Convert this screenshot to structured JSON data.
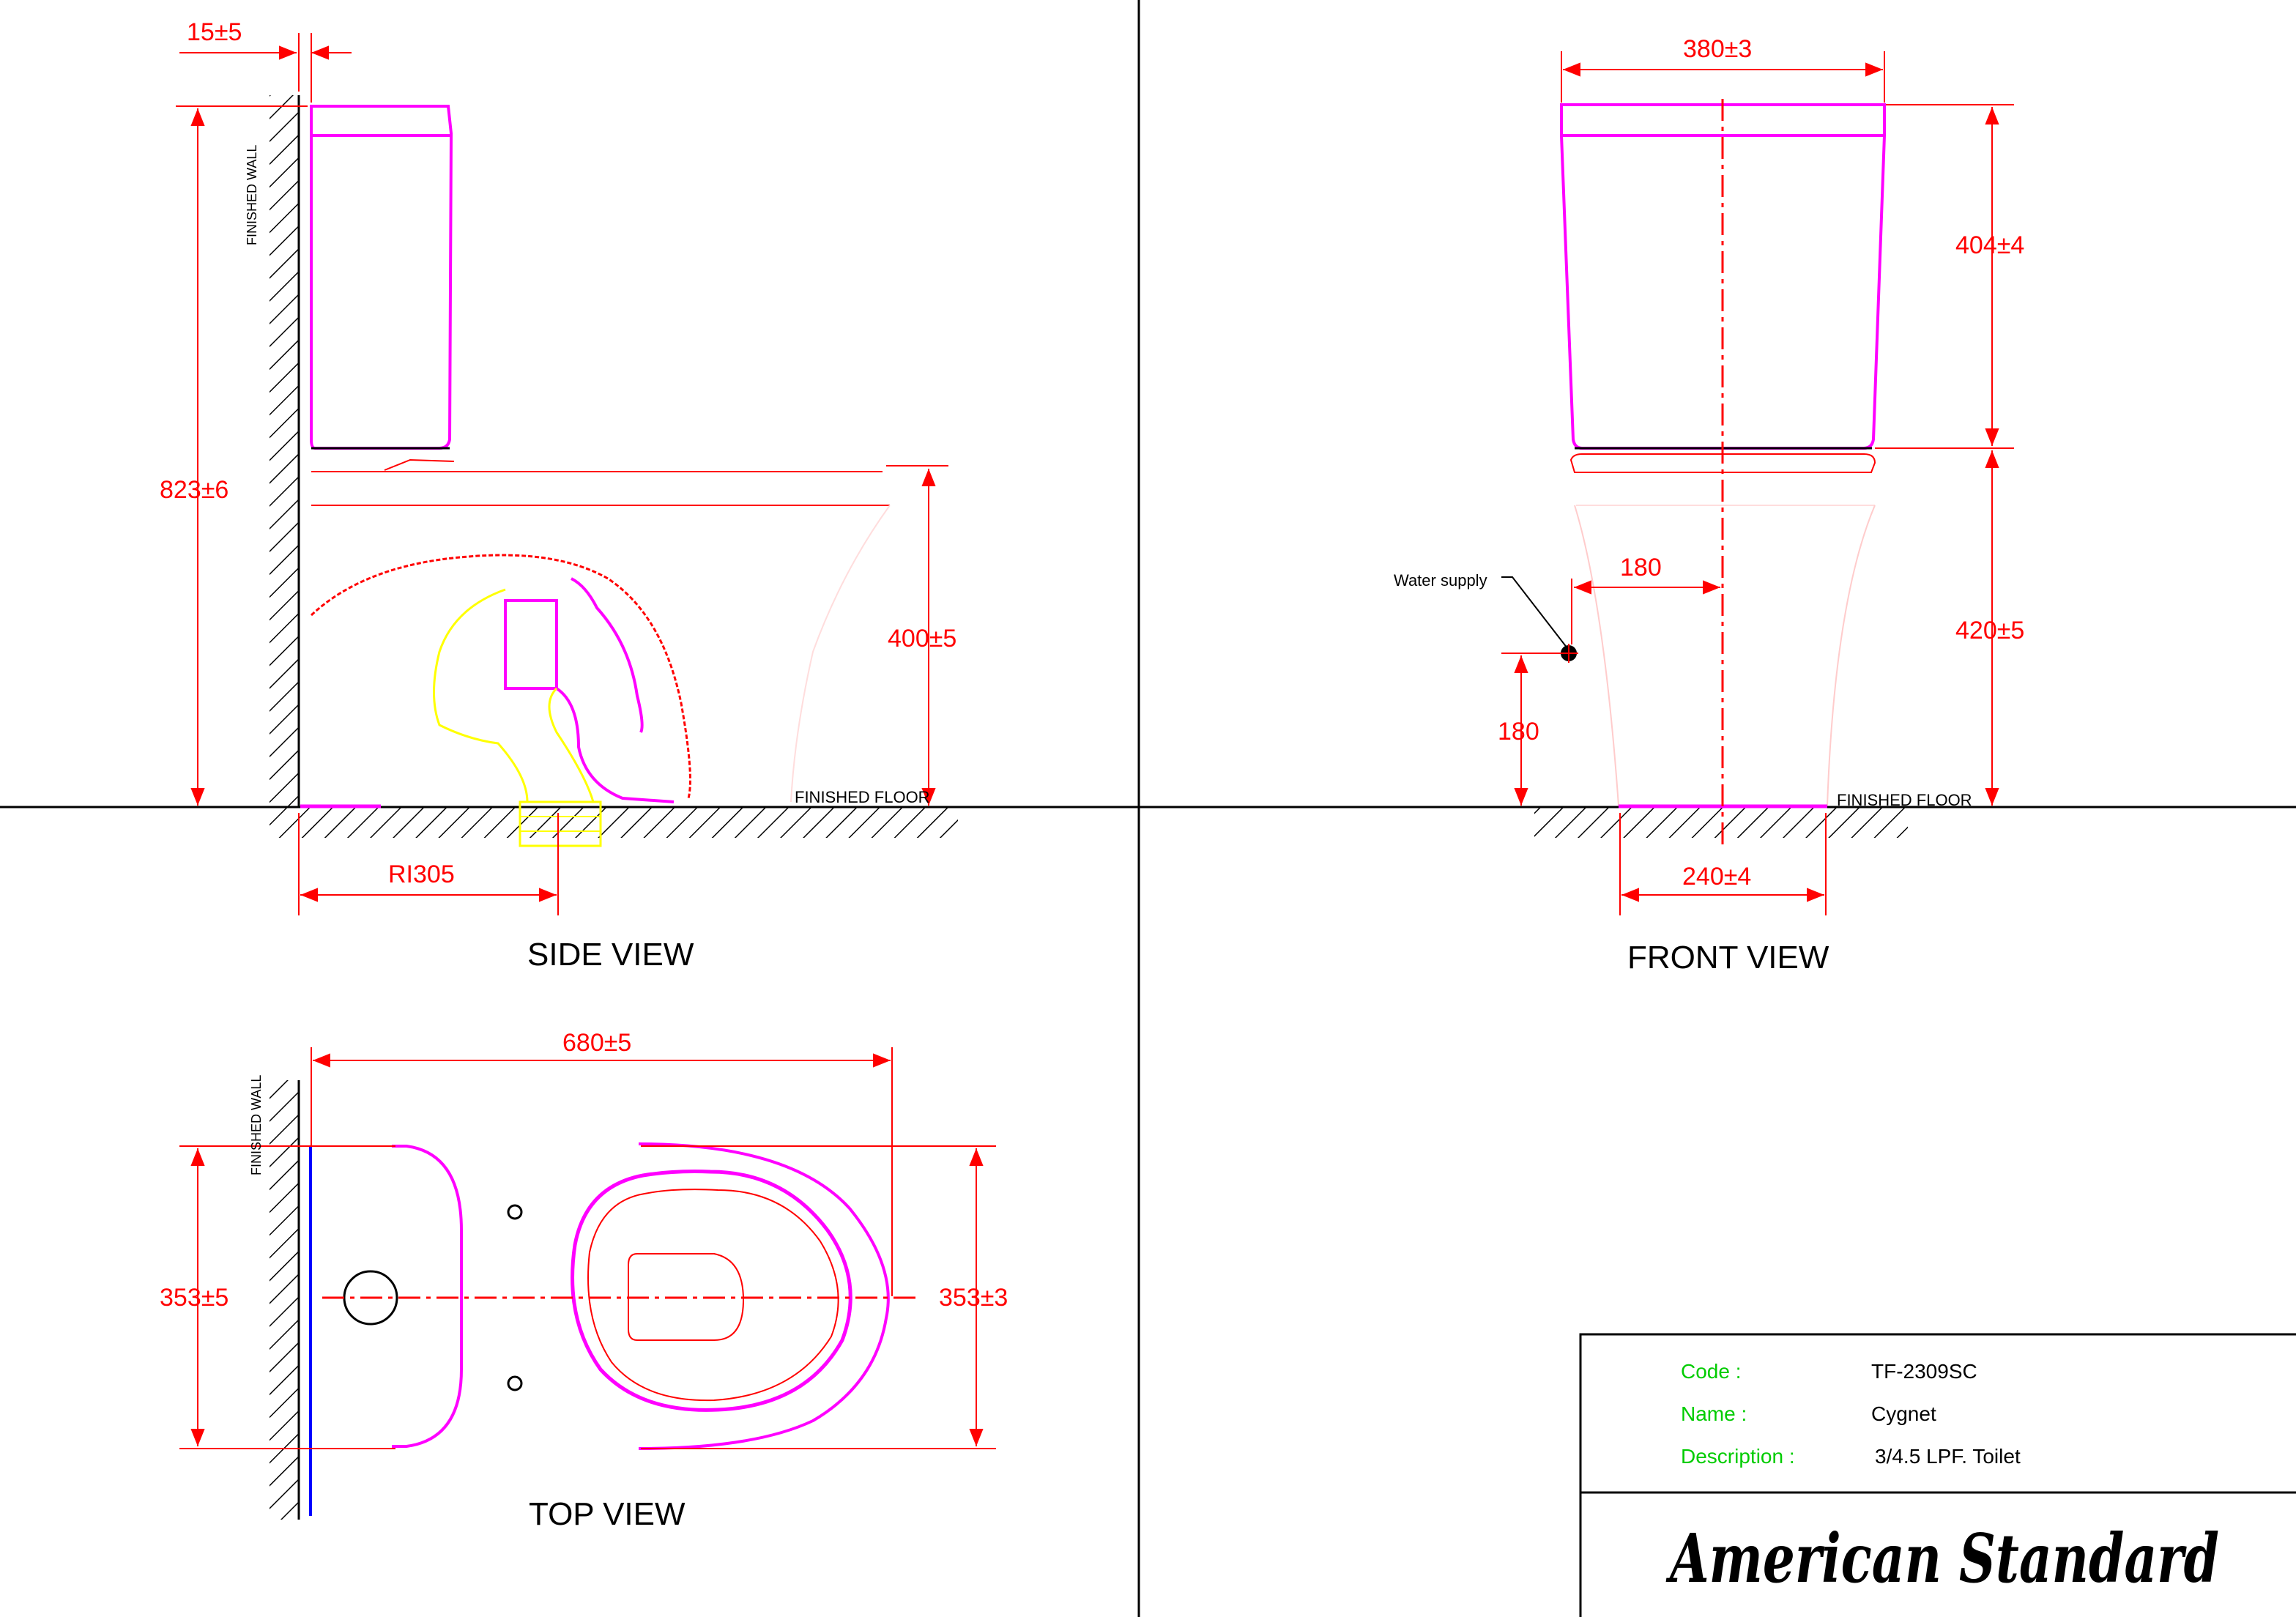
{
  "views": {
    "side": "SIDE VIEW",
    "front": "FRONT VIEW",
    "top": "TOP VIEW"
  },
  "labels": {
    "finished_wall": "FINISHED WALL",
    "finished_floor": "FINISHED FLOOR",
    "water_supply": "Water supply"
  },
  "dimensions": {
    "side_wall_gap": "15±5",
    "side_height": "823±6",
    "side_seat_height": "400±5",
    "side_rough_in": "RI305",
    "front_tank_width": "380±3",
    "front_tank_height": "404±4",
    "front_bowl_height": "420±5",
    "front_supply_offset": "180",
    "front_supply_height": "180",
    "front_base_width": "240±4",
    "top_length": "680±5",
    "top_width_left": "353±5",
    "top_width_right": "353±3"
  },
  "title_block": {
    "code_label": "Code :",
    "code_value": "TF-2309SC",
    "name_label": "Name :",
    "name_value": "Cygnet",
    "description_label": "Description :",
    "description_value": "3/4.5 LPF. Toilet",
    "brand": "American Standard"
  },
  "colors": {
    "dimension": "#ff0000",
    "outline": "#ff00ff",
    "trapway": "#ffff00",
    "label": "#00cc00",
    "wall": "#0000ff"
  }
}
